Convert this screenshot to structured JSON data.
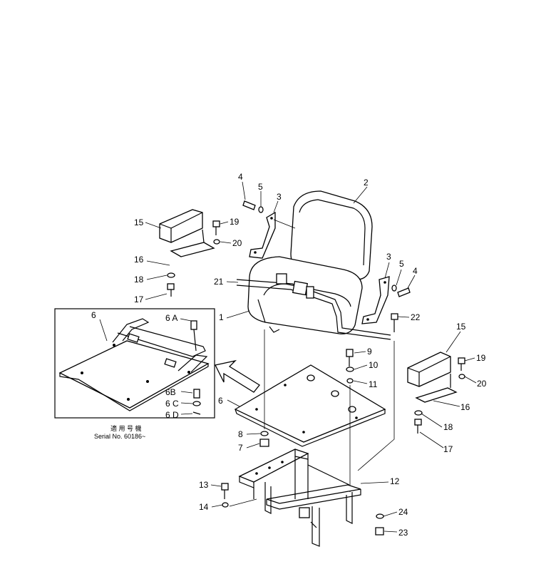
{
  "diagram": {
    "callouts": {
      "p1": "1",
      "p2": "2",
      "p3a": "3",
      "p3b": "3",
      "p4a": "4",
      "p4b": "4",
      "p5a": "5",
      "p5b": "5",
      "p6main": "6",
      "p6inset": "6",
      "p6A": "6 A",
      "p6B": "6B",
      "p6C": "6 C",
      "p6D": "6 D",
      "p7": "7",
      "p8": "8",
      "p9": "9",
      "p10": "10",
      "p11": "11",
      "p12": "12",
      "p13": "13",
      "p14": "14",
      "p15a": "15",
      "p15b": "15",
      "p16a": "16",
      "p16b": "16",
      "p17a": "17",
      "p17b": "17",
      "p18a": "18",
      "p18b": "18",
      "p19a": "19",
      "p19b": "19",
      "p20a": "20",
      "p20b": "20",
      "p21": "21",
      "p22": "22",
      "p23": "23",
      "p24": "24"
    },
    "inset": {
      "caption_jp": "適 用 号 機",
      "caption_serial": "Serial No. 60186~"
    }
  }
}
